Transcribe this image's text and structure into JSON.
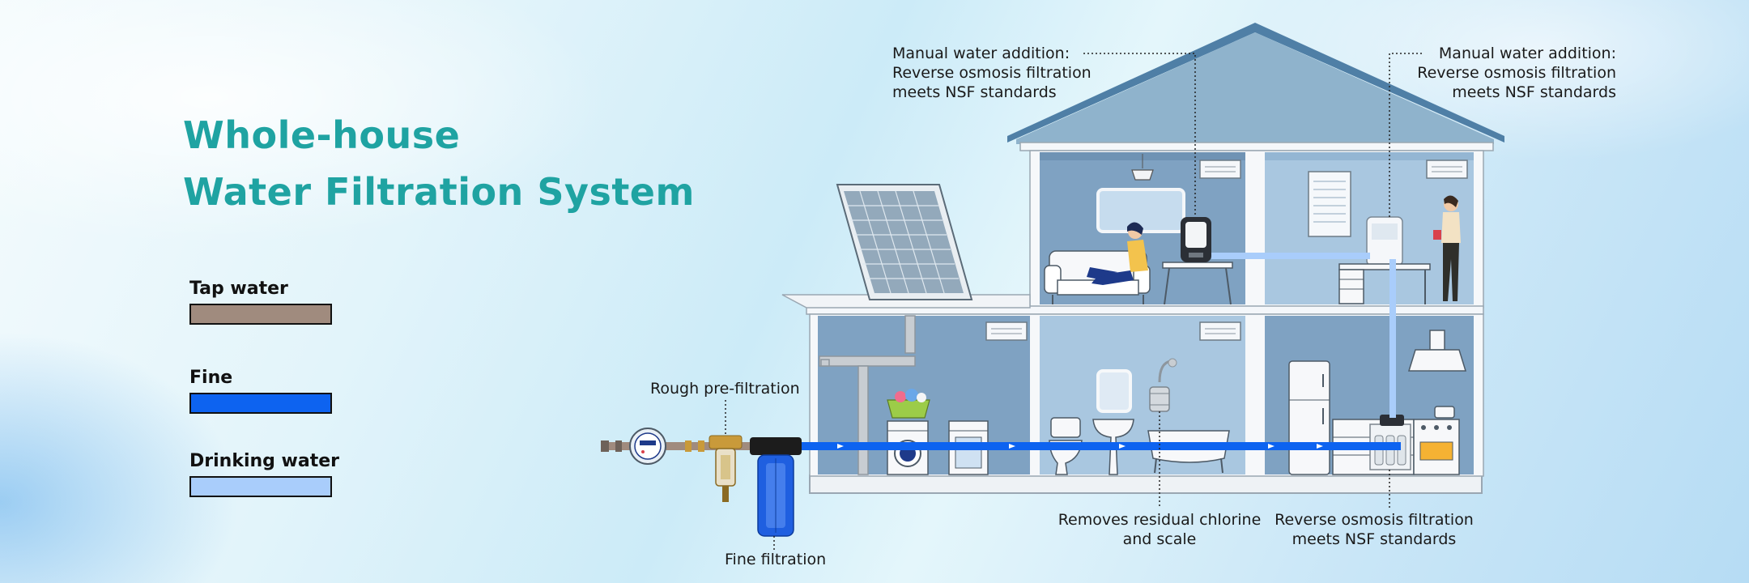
{
  "title": {
    "line1": "Whole-house",
    "line2": "Water Filtration System",
    "color": "#1fa3a2"
  },
  "legend": [
    {
      "label": "Tap water",
      "color": "#a08b7e"
    },
    {
      "label": "Fine",
      "color": "#0d63f0"
    },
    {
      "label": "Drinking water",
      "color": "#a9cdfb"
    }
  ],
  "callouts": {
    "top_left": {
      "lines": [
        "Manual water addition:",
        "Reverse osmosis filtration",
        "meets NSF standards"
      ]
    },
    "top_right": {
      "lines": [
        "Manual water addition:",
        "Reverse osmosis filtration",
        "meets NSF standards"
      ]
    },
    "rough_prefiltration": "Rough pre-filtration",
    "fine_filtration": "Fine filtration",
    "shower_filter": {
      "lines": [
        "Removes residual chlorine",
        "and scale"
      ]
    },
    "kitchen_ro": {
      "lines": [
        "Reverse osmosis filtration",
        "meets NSF standards"
      ]
    }
  },
  "icons": [
    "solar-panel-icon",
    "water-meter-icon",
    "prefilter-icon",
    "big-blue-filter-icon",
    "washing-machine-icon",
    "toilet-icon",
    "sink-icon",
    "bathtub-icon",
    "shower-filter-icon",
    "fridge-icon",
    "stove-icon",
    "range-hood-icon",
    "ro-system-icon",
    "water-dispenser-icon",
    "sofa-icon",
    "person-reading-icon",
    "person-standing-icon",
    "lamp-icon",
    "air-conditioner-icon"
  ]
}
